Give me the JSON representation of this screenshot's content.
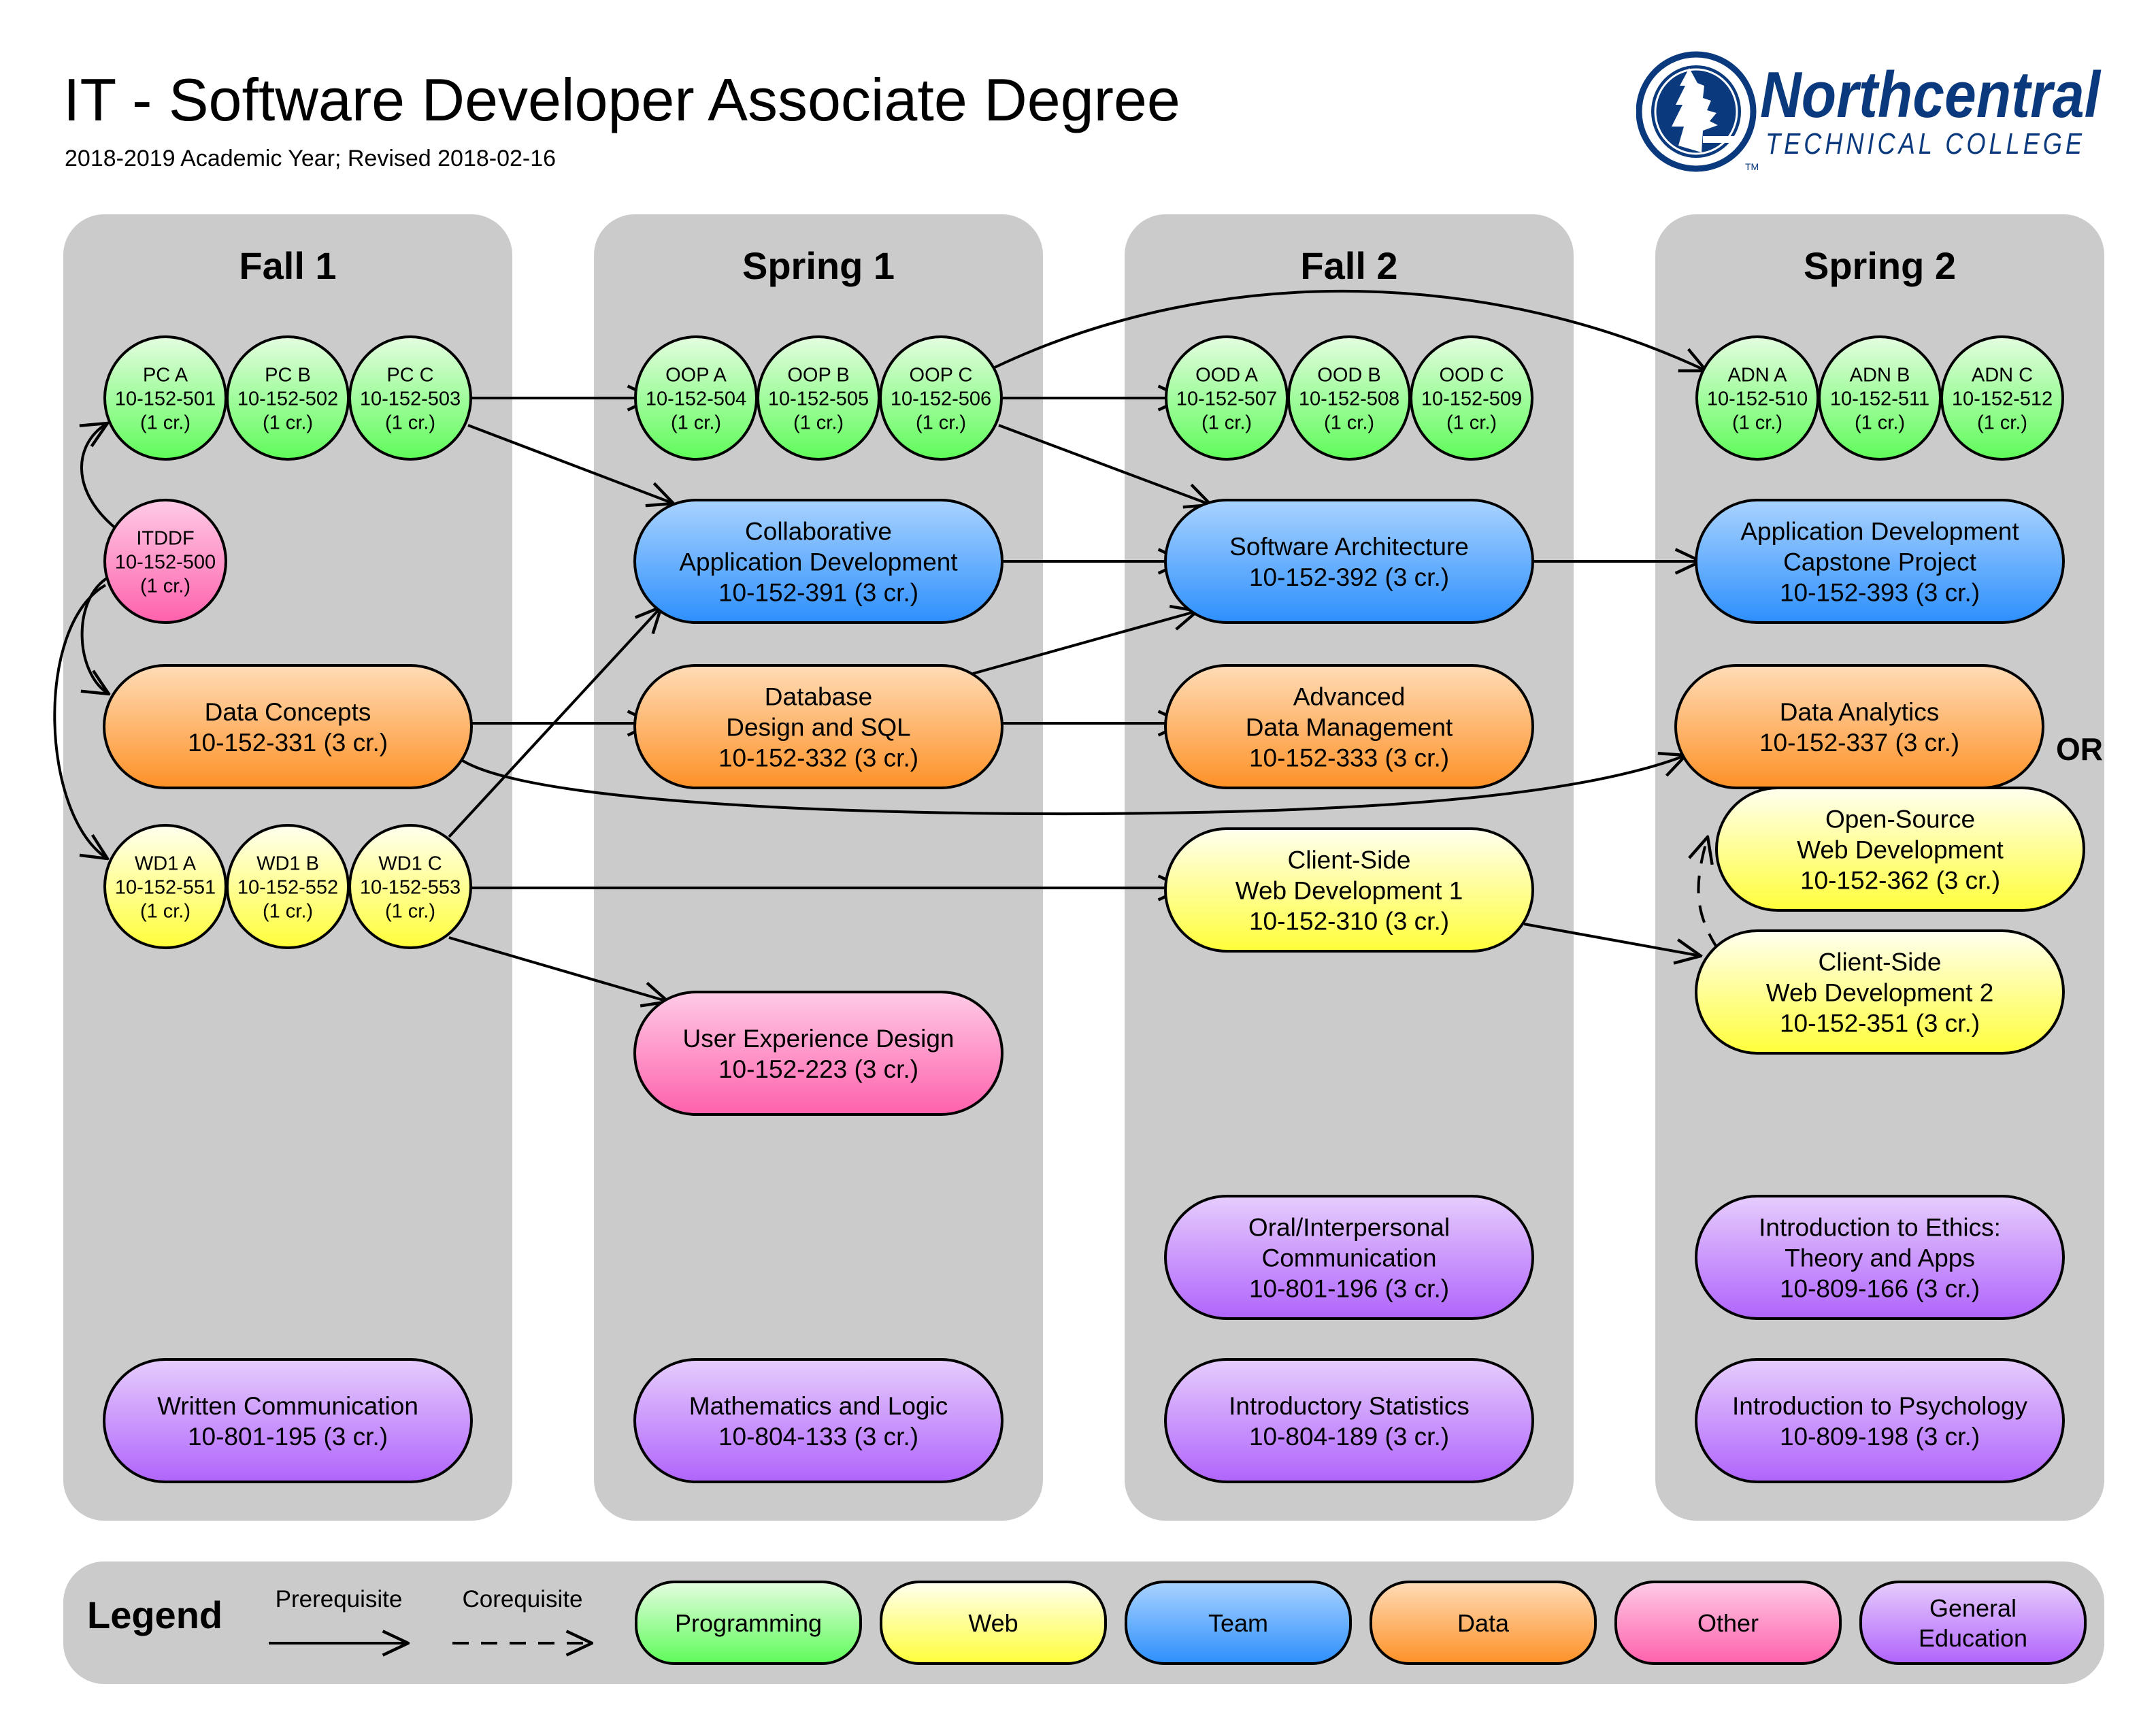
{
  "header": {
    "title": "IT - Software Developer Associate Degree",
    "subtitle": "2018-2019 Academic Year; Revised 2018-02-16",
    "logo": {
      "name": "Northcentral",
      "tagline": "TECHNICAL COLLEGE",
      "trademark": "TM",
      "icon": "pine-tree-icon"
    }
  },
  "categories": {
    "programming": {
      "label": "Programming",
      "top": "#e4fde0",
      "bottom": "#5ffb5a"
    },
    "web": {
      "label": "Web",
      "top": "#fffff0",
      "bottom": "#fffe3a"
    },
    "team": {
      "label": "Team",
      "top": "#a9d3ff",
      "bottom": "#2d8ffc"
    },
    "data": {
      "label": "Data",
      "top": "#ffdcb7",
      "bottom": "#fd9127"
    },
    "other": {
      "label": "Other",
      "top": "#fecbe6",
      "bottom": "#fe61ac"
    },
    "gened": {
      "label": "General Education",
      "top": "#e6cdfd",
      "bottom": "#b064fb"
    }
  },
  "colors": {
    "panel": "#cbcbcb",
    "stroke": "#000000",
    "logo_blue": "#0a3a7d"
  },
  "terms": [
    {
      "id": "fall1",
      "label": "Fall 1"
    },
    {
      "id": "spring1",
      "label": "Spring 1"
    },
    {
      "id": "fall2",
      "label": "Fall 2"
    },
    {
      "id": "spring2",
      "label": "Spring 2"
    }
  ],
  "courses": [
    {
      "id": "pca",
      "term": "fall1",
      "shape": "circle",
      "cat": "programming",
      "lines": [
        "PC A",
        "10-152-501",
        "(1 cr.)"
      ]
    },
    {
      "id": "pcb",
      "term": "fall1",
      "shape": "circle",
      "cat": "programming",
      "lines": [
        "PC B",
        "10-152-502",
        "(1 cr.)"
      ]
    },
    {
      "id": "pcc",
      "term": "fall1",
      "shape": "circle",
      "cat": "programming",
      "lines": [
        "PC C",
        "10-152-503",
        "(1 cr.)"
      ]
    },
    {
      "id": "itddf",
      "term": "fall1",
      "shape": "circle",
      "cat": "other",
      "lines": [
        "ITDDF",
        "10-152-500",
        "(1 cr.)"
      ]
    },
    {
      "id": "dc",
      "term": "fall1",
      "shape": "pill",
      "cat": "data",
      "lines": [
        "Data Concepts",
        "10-152-331 (3 cr.)"
      ]
    },
    {
      "id": "wd1a",
      "term": "fall1",
      "shape": "circle",
      "cat": "web",
      "lines": [
        "WD1 A",
        "10-152-551",
        "(1 cr.)"
      ]
    },
    {
      "id": "wd1b",
      "term": "fall1",
      "shape": "circle",
      "cat": "web",
      "lines": [
        "WD1 B",
        "10-152-552",
        "(1 cr.)"
      ]
    },
    {
      "id": "wd1c",
      "term": "fall1",
      "shape": "circle",
      "cat": "web",
      "lines": [
        "WD1 C",
        "10-152-553",
        "(1 cr.)"
      ]
    },
    {
      "id": "wc",
      "term": "fall1",
      "shape": "pill",
      "cat": "gened",
      "lines": [
        "Written Communication",
        "10-801-195 (3 cr.)"
      ]
    },
    {
      "id": "oopa",
      "term": "spring1",
      "shape": "circle",
      "cat": "programming",
      "lines": [
        "OOP A",
        "10-152-504",
        "(1 cr.)"
      ]
    },
    {
      "id": "oopb",
      "term": "spring1",
      "shape": "circle",
      "cat": "programming",
      "lines": [
        "OOP B",
        "10-152-505",
        "(1 cr.)"
      ]
    },
    {
      "id": "oopc",
      "term": "spring1",
      "shape": "circle",
      "cat": "programming",
      "lines": [
        "OOP C",
        "10-152-506",
        "(1 cr.)"
      ]
    },
    {
      "id": "cad",
      "term": "spring1",
      "shape": "pill",
      "cat": "team",
      "lines": [
        "Collaborative",
        "Application Development",
        "10-152-391 (3 cr.)"
      ]
    },
    {
      "id": "dds",
      "term": "spring1",
      "shape": "pill",
      "cat": "data",
      "lines": [
        "Database",
        "Design and SQL",
        "10-152-332 (3 cr.)"
      ]
    },
    {
      "id": "uxd",
      "term": "spring1",
      "shape": "pill",
      "cat": "other",
      "lines": [
        "User Experience Design",
        "10-152-223 (3 cr.)"
      ]
    },
    {
      "id": "ml",
      "term": "spring1",
      "shape": "pill",
      "cat": "gened",
      "lines": [
        "Mathematics and Logic",
        "10-804-133 (3 cr.)"
      ]
    },
    {
      "id": "ooda",
      "term": "fall2",
      "shape": "circle",
      "cat": "programming",
      "lines": [
        "OOD A",
        "10-152-507",
        "(1 cr.)"
      ]
    },
    {
      "id": "oodb",
      "term": "fall2",
      "shape": "circle",
      "cat": "programming",
      "lines": [
        "OOD B",
        "10-152-508",
        "(1 cr.)"
      ]
    },
    {
      "id": "oodc",
      "term": "fall2",
      "shape": "circle",
      "cat": "programming",
      "lines": [
        "OOD C",
        "10-152-509",
        "(1 cr.)"
      ]
    },
    {
      "id": "sa",
      "term": "fall2",
      "shape": "pill",
      "cat": "team",
      "lines": [
        "Software Architecture",
        "10-152-392 (3 cr.)"
      ]
    },
    {
      "id": "adm",
      "term": "fall2",
      "shape": "pill",
      "cat": "data",
      "lines": [
        "Advanced",
        "Data Management",
        "10-152-333 (3 cr.)"
      ]
    },
    {
      "id": "cswd1",
      "term": "fall2",
      "shape": "pill",
      "cat": "web",
      "lines": [
        "Client-Side",
        "Web Development 1",
        "10-152-310 (3 cr.)"
      ]
    },
    {
      "id": "oic",
      "term": "fall2",
      "shape": "pill",
      "cat": "gened",
      "lines": [
        "Oral/Interpersonal",
        "Communication",
        "10-801-196 (3 cr.)"
      ]
    },
    {
      "id": "is",
      "term": "fall2",
      "shape": "pill",
      "cat": "gened",
      "lines": [
        "Introductory Statistics",
        "10-804-189 (3 cr.)"
      ]
    },
    {
      "id": "adna",
      "term": "spring2",
      "shape": "circle",
      "cat": "programming",
      "lines": [
        "ADN A",
        "10-152-510",
        "(1 cr.)"
      ]
    },
    {
      "id": "adnb",
      "term": "spring2",
      "shape": "circle",
      "cat": "programming",
      "lines": [
        "ADN B",
        "10-152-511",
        "(1 cr.)"
      ]
    },
    {
      "id": "adnc",
      "term": "spring2",
      "shape": "circle",
      "cat": "programming",
      "lines": [
        "ADN C",
        "10-152-512",
        "(1 cr.)"
      ]
    },
    {
      "id": "adcp",
      "term": "spring2",
      "shape": "pill",
      "cat": "team",
      "lines": [
        "Application Development",
        "Capstone Project",
        "10-152-393 (3 cr.)"
      ]
    },
    {
      "id": "da",
      "term": "spring2",
      "shape": "pill",
      "cat": "data",
      "lines": [
        "Data Analytics",
        "10-152-337 (3 cr.)"
      ]
    },
    {
      "id": "oswd",
      "term": "spring2",
      "shape": "pill",
      "cat": "web",
      "lines": [
        "Open-Source",
        "Web Development",
        "10-152-362 (3 cr.)"
      ]
    },
    {
      "id": "cswd2",
      "term": "spring2",
      "shape": "pill",
      "cat": "web",
      "lines": [
        "Client-Side",
        "Web Development 2",
        "10-152-351 (3 cr.)"
      ]
    },
    {
      "id": "ieta",
      "term": "spring2",
      "shape": "pill",
      "cat": "gened",
      "lines": [
        "Introduction to Ethics:",
        "Theory and Apps",
        "10-809-166 (3 cr.)"
      ]
    },
    {
      "id": "ip",
      "term": "spring2",
      "shape": "pill",
      "cat": "gened",
      "lines": [
        "Introduction to Psychology",
        "10-809-198 (3 cr.)"
      ]
    }
  ],
  "or_label": "OR",
  "relations": [
    {
      "from": "itddf",
      "to": "pca",
      "type": "prerequisite"
    },
    {
      "from": "itddf",
      "to": "dc",
      "type": "prerequisite"
    },
    {
      "from": "itddf",
      "to": "wd1a",
      "type": "prerequisite"
    },
    {
      "from": "pcc",
      "to": "oopa",
      "type": "prerequisite"
    },
    {
      "from": "pcc",
      "to": "cad",
      "type": "prerequisite"
    },
    {
      "from": "wd1c",
      "to": "cad",
      "type": "prerequisite"
    },
    {
      "from": "dc",
      "to": "dds",
      "type": "prerequisite"
    },
    {
      "from": "dc",
      "to": "da",
      "type": "prerequisite"
    },
    {
      "from": "wd1c",
      "to": "cswd1",
      "type": "prerequisite"
    },
    {
      "from": "wd1c",
      "to": "uxd",
      "type": "prerequisite"
    },
    {
      "from": "oopc",
      "to": "ooda",
      "type": "prerequisite"
    },
    {
      "from": "oopc",
      "to": "sa",
      "type": "prerequisite"
    },
    {
      "from": "oopc",
      "to": "adna",
      "type": "prerequisite"
    },
    {
      "from": "cad",
      "to": "sa",
      "type": "prerequisite"
    },
    {
      "from": "dds",
      "to": "sa",
      "type": "prerequisite"
    },
    {
      "from": "dds",
      "to": "adm",
      "type": "prerequisite"
    },
    {
      "from": "sa",
      "to": "adcp",
      "type": "prerequisite"
    },
    {
      "from": "cswd1",
      "to": "cswd2",
      "type": "prerequisite"
    },
    {
      "from": "cswd2",
      "to": "oswd",
      "type": "corequisite"
    }
  ],
  "legend": {
    "title": "Legend",
    "prerequisite_label": "Prerequisite",
    "corequisite_label": "Corequisite",
    "items": [
      "programming",
      "web",
      "team",
      "data",
      "other",
      "gened"
    ],
    "item_labels": [
      "Programming",
      "Web",
      "Team",
      "Data",
      "Other",
      "General\nEducation"
    ]
  }
}
